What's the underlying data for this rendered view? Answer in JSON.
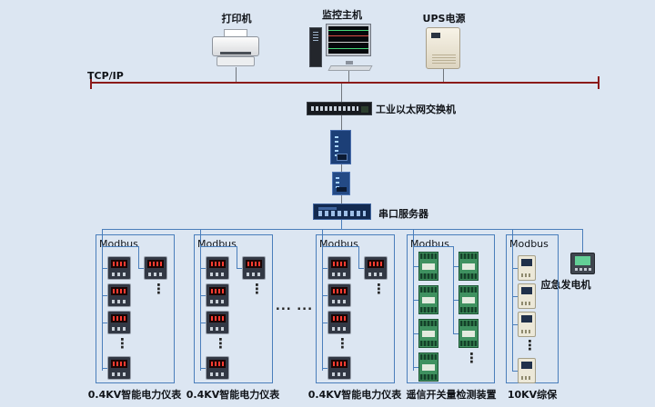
{
  "colors": {
    "background": "#dce6f2",
    "tcp_bus": "#8b1a1a",
    "line_blue": "#4a7ebb",
    "drop_gray": "#70757c"
  },
  "top": {
    "printer_label": "打印机",
    "host_label": "监控主机",
    "ups_label": "UPS电源",
    "tcp_label": "TCP/IP"
  },
  "chain": {
    "switch_label": "工业以太网交换机",
    "serial_label": "串口服务器"
  },
  "generator": {
    "label": "应急发电机"
  },
  "ellipsis": "... ...",
  "groups": [
    {
      "bus_label": "Modbus",
      "caption": "0.4KV智能电力仪表",
      "device": "meter",
      "columns": [
        {
          "items": [
            "device",
            "device",
            "device",
            "dots",
            "device"
          ]
        },
        {
          "items": [
            "device",
            "dots"
          ],
          "branch": true
        }
      ]
    },
    {
      "bus_label": "Modbus",
      "caption": "0.4KV智能电力仪表",
      "device": "meter",
      "columns": [
        {
          "items": [
            "device",
            "device",
            "device",
            "dots",
            "device"
          ]
        },
        {
          "items": [
            "device",
            "dots"
          ],
          "branch": true
        }
      ]
    },
    {
      "bus_label": "Modbus",
      "caption": "0.4KV智能电力仪表",
      "device": "meter",
      "columns": [
        {
          "items": [
            "device",
            "device",
            "device",
            "dots",
            "device"
          ]
        },
        {
          "items": [
            "device",
            "dots"
          ],
          "branch": true
        }
      ]
    },
    {
      "bus_label": "Modbus",
      "caption": "遥信开关量检测装置",
      "device": "plc",
      "columns": [
        {
          "items": [
            "device",
            "device",
            "device",
            "device"
          ]
        },
        {
          "items": [
            "device",
            "device",
            "device",
            "dots"
          ],
          "branch": true
        }
      ]
    },
    {
      "bus_label": "Modbus",
      "caption": "10KV综保",
      "device": "relay",
      "columns": [
        {
          "items": [
            "device",
            "device",
            "device",
            "dots",
            "device"
          ]
        }
      ]
    }
  ]
}
